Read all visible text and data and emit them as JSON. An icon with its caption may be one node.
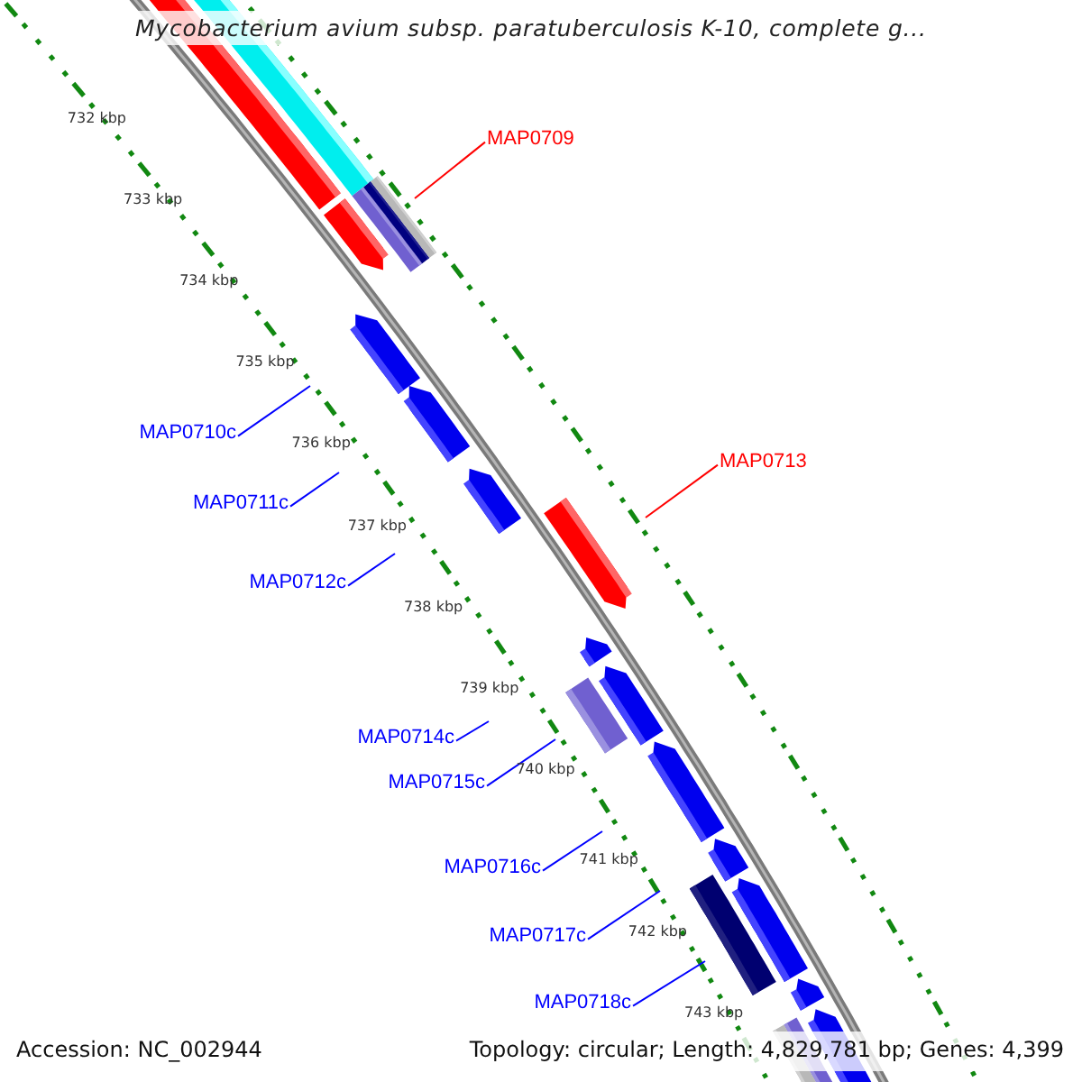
{
  "diagram": {
    "title": "Mycobacterium avium subsp. paratuberculosis K-10, complete g...",
    "nodes": [
      {
        "text": [
          "MAP0709"
        ]
      },
      {
        "text": [
          "MAP0710c"
        ]
      },
      {
        "text": [
          "MAP0711c"
        ]
      },
      {
        "text": [
          "MAP0712c"
        ]
      },
      {
        "text": [
          "MAP0713"
        ]
      },
      {
        "text": [
          "MAP0714c"
        ]
      },
      {
        "text": [
          "MAP0715c"
        ]
      },
      {
        "text": [
          "MAP0716c"
        ]
      },
      {
        "text": [
          "MAP0717c"
        ]
      },
      {
        "text": [
          "MAP0718c"
        ]
      }
    ],
    "edges": [
      {
        "from": 0,
        "to": null,
        "arrow": "none",
        "color": "#ff0000"
      },
      {
        "from": 1,
        "to": null,
        "arrow": "none"
      },
      {
        "from": 2,
        "to": null,
        "arrow": "none"
      },
      {
        "from": 3,
        "to": null,
        "arrow": "none"
      },
      {
        "from": 4,
        "to": null,
        "arrow": "none",
        "color": "#ff0000"
      },
      {
        "from": 5,
        "to": null,
        "arrow": "none"
      },
      {
        "from": 6,
        "to": null,
        "arrow": "none"
      },
      {
        "from": 7,
        "to": null,
        "arrow": "none"
      },
      {
        "from": 8,
        "to": null,
        "arrow": "none"
      },
      {
        "from": 9,
        "to": null,
        "arrow": "none"
      }
    ],
    "labels": [
      "732 kbp",
      "733 kbp",
      "734 kbp",
      "735 kbp",
      "736 kbp",
      "737 kbp",
      "738 kbp",
      "739 kbp",
      "740 kbp",
      "741 kbp",
      "742 kbp",
      "743 kbp",
      "Accession: NC_002944",
      "Topology: circular; Length: 4,829,781 bp; Genes: 4,399"
    ]
  }
}
